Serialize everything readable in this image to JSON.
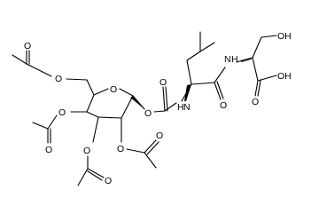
{
  "structure": {
    "kind": "chemical-structure",
    "atom_labels": {
      "o_acetyl_c6_ether": "O",
      "o_acetyl_c6_carbonyl": "O",
      "o_ring": "O",
      "o_carbamate_glycosidic": "O",
      "o_carbamate_carbonyl": "O",
      "n_carbamate": "N",
      "h_carbamate": "H",
      "o_amide": "O",
      "n_amide": "N",
      "h_amide": "H",
      "o_serine_hydroxyl": "OH",
      "o_acid_carbonyl": "O",
      "o_acid_hydroxyl": "OH",
      "o_acetyl_c4_ether": "O",
      "o_acetyl_c4_carbonyl": "O",
      "o_acetyl_c3_ether": "O",
      "o_acetyl_c3_carbonyl": "O",
      "o_acetyl_c2_ether": "O",
      "o_acetyl_c2_carbonyl": "O"
    }
  }
}
